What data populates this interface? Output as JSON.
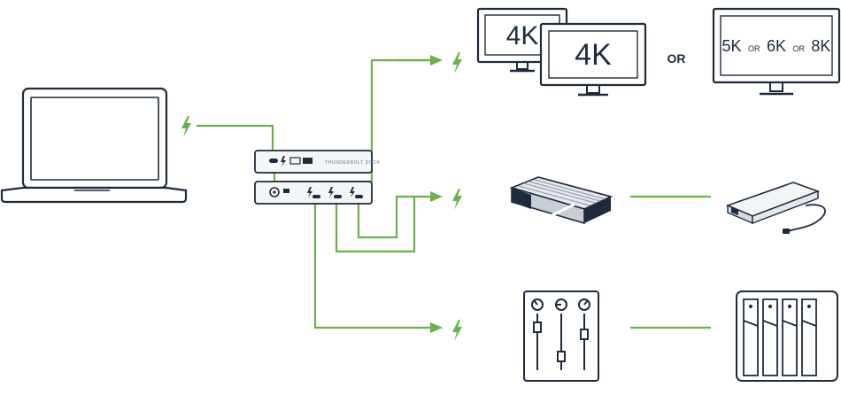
{
  "colors": {
    "outline": "#1e2b3c",
    "connection": "#6ab04c",
    "bolt": "#6ab04c",
    "drive_face": "#1e2b3c",
    "background": "#ffffff"
  },
  "icons": [
    "laptop-icon",
    "thunderbolt-icon",
    "dock-icon",
    "monitor-icon",
    "external-drive-icon",
    "ssd-icon",
    "audio-mixer-icon",
    "raid-storage-icon"
  ],
  "displays": {
    "monitor_left_label": "4K",
    "monitor_front_label": "4K",
    "or_label": "OR",
    "large_monitor": {
      "res_1": "5K",
      "or_1": "OR",
      "res_2": "6K",
      "or_2": "OR",
      "res_3": "8K"
    }
  },
  "dock": {
    "brand_text": "THUNDERBOLT DOCK"
  }
}
